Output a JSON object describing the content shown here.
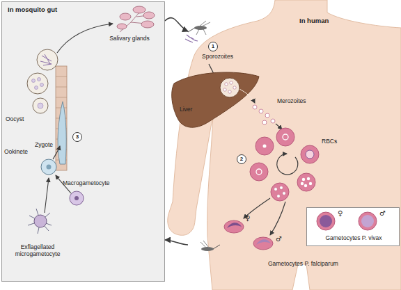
{
  "diagram": {
    "nodes": [
      {
        "text": [
          "In mosquito gut"
        ]
      },
      {
        "text": [
          "In human"
        ]
      },
      {
        "text": [
          "♀",
          "♂",
          "Gametocytes P. vivax"
        ],
        "in": 1
      }
    ],
    "edges": [
      {
        "from": 0,
        "to": 1,
        "arrow": "to"
      },
      {
        "from": 1,
        "to": 0,
        "arrow": "to"
      }
    ],
    "labels": [
      "Salivary glands",
      "Oocyst",
      "Ookinete",
      "Zygote",
      "3",
      "Macrogametocyte",
      "Exflagellated microgametocyte",
      "1",
      "Sporozoites",
      "Liver",
      "Merozoites",
      "RBCs",
      "2",
      "♀",
      "♂",
      "Gametocytes P. falciparum"
    ]
  }
}
